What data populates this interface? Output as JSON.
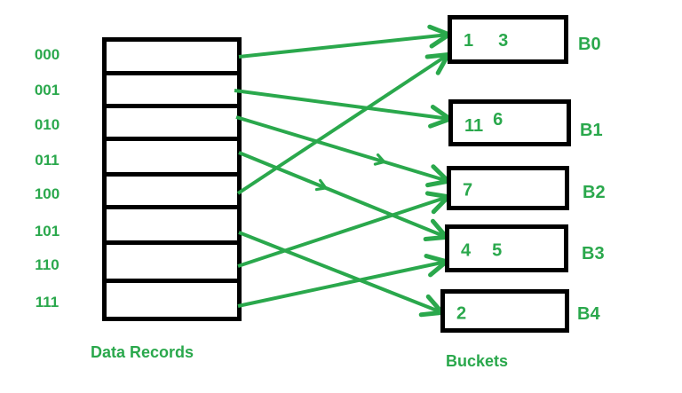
{
  "figure": {
    "caption_left": "Data Records",
    "caption_right": "Buckets"
  },
  "records": [
    "000",
    "001",
    "010",
    "011",
    "100",
    "101",
    "110",
    "111"
  ],
  "buckets": [
    {
      "id": "B0",
      "values": [
        "1",
        "3"
      ]
    },
    {
      "id": "B1",
      "values": [
        "11",
        "6"
      ]
    },
    {
      "id": "B2",
      "values": [
        "7"
      ]
    },
    {
      "id": "B3",
      "values": [
        "4",
        "5"
      ]
    },
    {
      "id": "B4",
      "values": [
        "2"
      ]
    }
  ],
  "arrows": [
    {
      "from": "000",
      "to": "B0"
    },
    {
      "from": "001",
      "to": "B1"
    },
    {
      "from": "010",
      "to": "B2"
    },
    {
      "from": "011",
      "to": "B3"
    },
    {
      "from": "100",
      "to": "B0"
    },
    {
      "from": "101",
      "to": "B4"
    },
    {
      "from": "110",
      "to": "B2"
    },
    {
      "from": "111",
      "to": "B3"
    }
  ],
  "colors": {
    "green": "#2aa84c",
    "black": "#000000"
  }
}
